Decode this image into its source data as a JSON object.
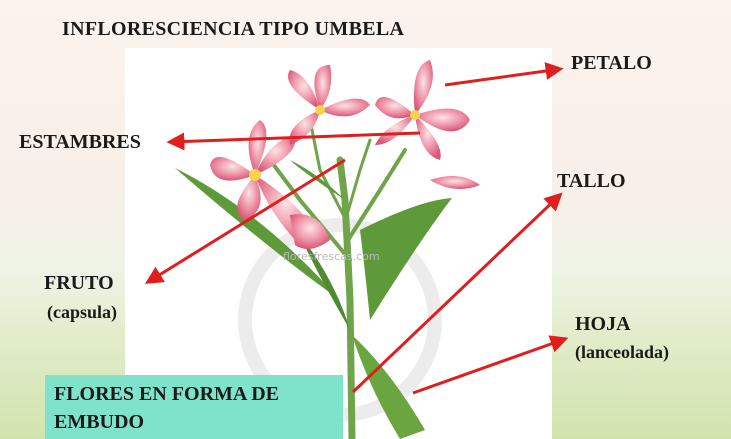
{
  "title": "INFLORESCIENCIA TIPO UMBELA",
  "labels": {
    "petalo": "PETALO",
    "estambres": "ESTAMBRES",
    "tallo": "TALLO",
    "fruto": "FRUTO",
    "fruto_sub": "(capsula)",
    "hoja": "HOJA",
    "hoja_sub": "(lanceolada)"
  },
  "callout": {
    "line1": "FLORES EN FORMA DE",
    "line2": "EMBUDO"
  },
  "watermark": "floresfrescas.com",
  "colors": {
    "arrow": "#e01e1e",
    "callout_bg": "#7fe3cc",
    "petal": "#e97f97",
    "leaf": "#5f9a3a"
  }
}
